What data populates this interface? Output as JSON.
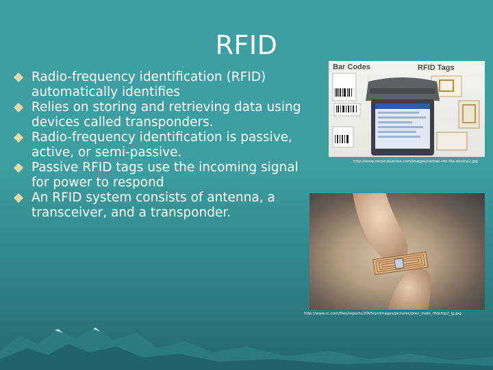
{
  "slide": {
    "title": "RFID",
    "bullets": [
      "Radio-frequency identification (RFID) automatically identifies",
      "Relies on storing and retrieving data using devices called transponders.",
      "Radio-frequency identification is passive, active, or semi-passive.",
      "Passive RFID tags use the incoming signal for power to respond",
      "An RFID system consists of antenna, a transceiver, and a transponder."
    ]
  },
  "image1": {
    "label_left": "Bar Codes",
    "label_right": "RFID Tags",
    "caption": "http://www.recoindustries.com/images/rechak-rfid-file-device2.jpg"
  },
  "image2": {
    "caption": "http://www.rc.com/files/reports/2005rpr/images/pictures/pres_mobi_rfidchip2_lg.jpg"
  },
  "colors": {
    "background": "#3e9fa2",
    "bullet": "#e3d9ac",
    "text": "#ffffff"
  }
}
